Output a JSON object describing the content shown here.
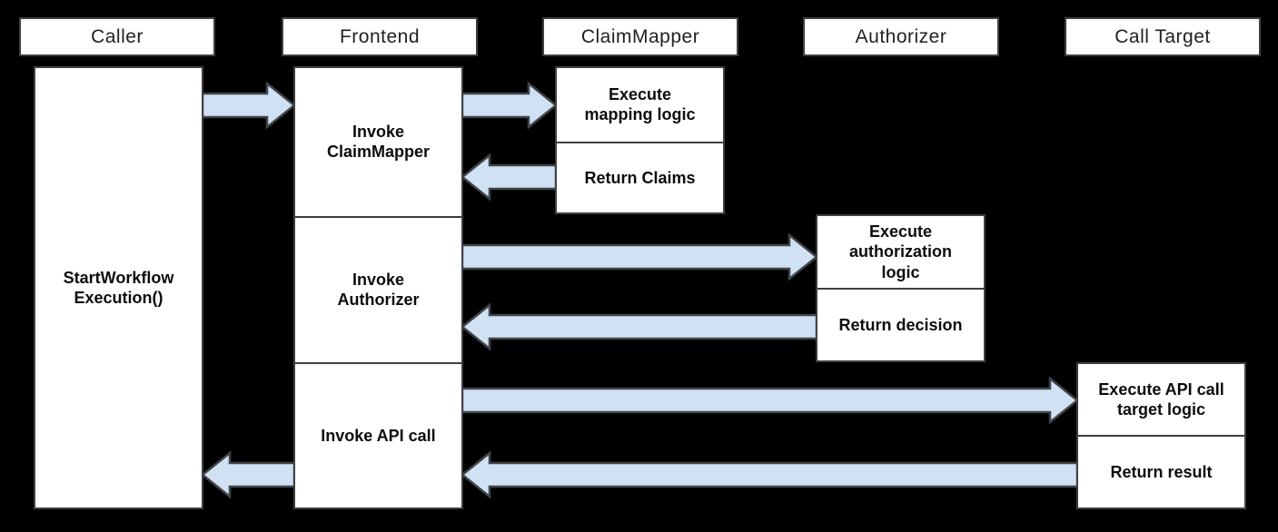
{
  "diagram": {
    "type": "sequence-diagram",
    "colors": {
      "background": "#000000",
      "box_fill": "#ffffff",
      "box_border": "#3f3f3f",
      "arrow_fill": "#cfe1f3",
      "arrow_outline": "#404448",
      "text": "#0d0d0d"
    },
    "lanes": [
      {
        "label": "Caller"
      },
      {
        "label": "Frontend"
      },
      {
        "label": "ClaimMapper"
      },
      {
        "label": "Authorizer"
      },
      {
        "label": "Call Target"
      }
    ],
    "caller": {
      "label": "StartWorkflow\nExecution()"
    },
    "frontend": {
      "steps": [
        {
          "label": "Invoke\nClaimMapper"
        },
        {
          "label": "Invoke\nAuthorizer"
        },
        {
          "label": "Invoke API call"
        }
      ]
    },
    "claimmapper": {
      "steps": [
        {
          "label": "Execute\nmapping logic"
        },
        {
          "label": "Return Claims"
        }
      ]
    },
    "authorizer": {
      "steps": [
        {
          "label": "Execute\nauthorization\nlogic"
        },
        {
          "label": "Return decision"
        }
      ]
    },
    "calltarget": {
      "steps": [
        {
          "label": "Execute API call\ntarget logic"
        },
        {
          "label": "Return result"
        }
      ]
    },
    "messages": [
      {
        "from": "Caller",
        "to": "Frontend"
      },
      {
        "from": "Frontend",
        "to": "ClaimMapper"
      },
      {
        "from": "ClaimMapper",
        "to": "Frontend"
      },
      {
        "from": "Frontend",
        "to": "Authorizer"
      },
      {
        "from": "Authorizer",
        "to": "Frontend"
      },
      {
        "from": "Frontend",
        "to": "Call Target"
      },
      {
        "from": "Call Target",
        "to": "Frontend"
      },
      {
        "from": "Frontend",
        "to": "Caller"
      }
    ]
  }
}
